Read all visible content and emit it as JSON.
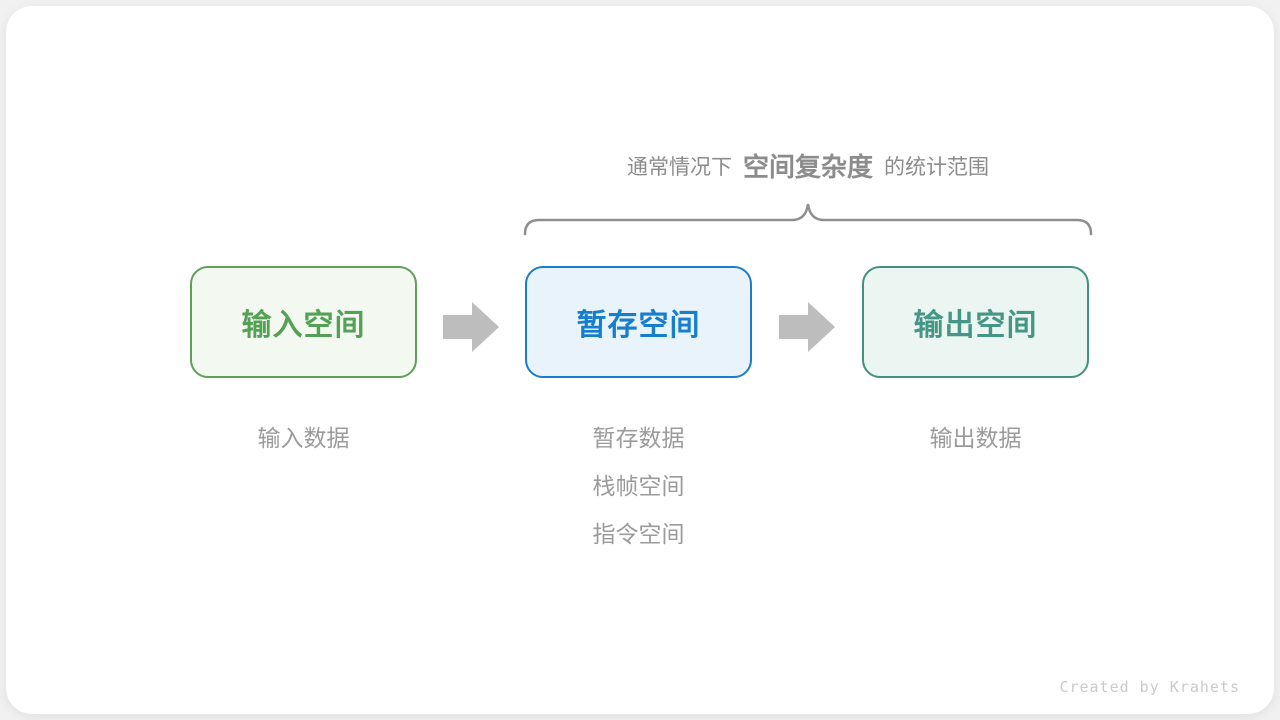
{
  "page": {
    "background": "#f1f1f1",
    "card_background": "#ffffff"
  },
  "title": {
    "prefix": "通常情况下",
    "highlight": "空间复杂度",
    "suffix": "的统计范围",
    "color": "#8c8c8c"
  },
  "brace": {
    "color": "#8f8f8f"
  },
  "boxes": [
    {
      "id": "input-space",
      "label": "输入空间",
      "text_color": "#54a156",
      "border_color": "#5f9f58",
      "fill_color": "#f3f9f0",
      "notes": [
        "输入数据"
      ]
    },
    {
      "id": "temp-space",
      "label": "暂存空间",
      "text_color": "#177ecd",
      "border_color": "#1b7ccc",
      "fill_color": "#e9f3fc",
      "notes": [
        "暂存数据",
        "栈帧空间",
        "指令空间"
      ]
    },
    {
      "id": "output-space",
      "label": "输出空间",
      "text_color": "#469685",
      "border_color": "#43907f",
      "fill_color": "#ebf5f1",
      "notes": [
        "输出数据"
      ]
    }
  ],
  "notes_color": "#9b9b9b",
  "arrow": {
    "color": "#bdbdbd"
  },
  "credit": {
    "text": "Created by Krahets",
    "color": "#cbcbcb"
  }
}
